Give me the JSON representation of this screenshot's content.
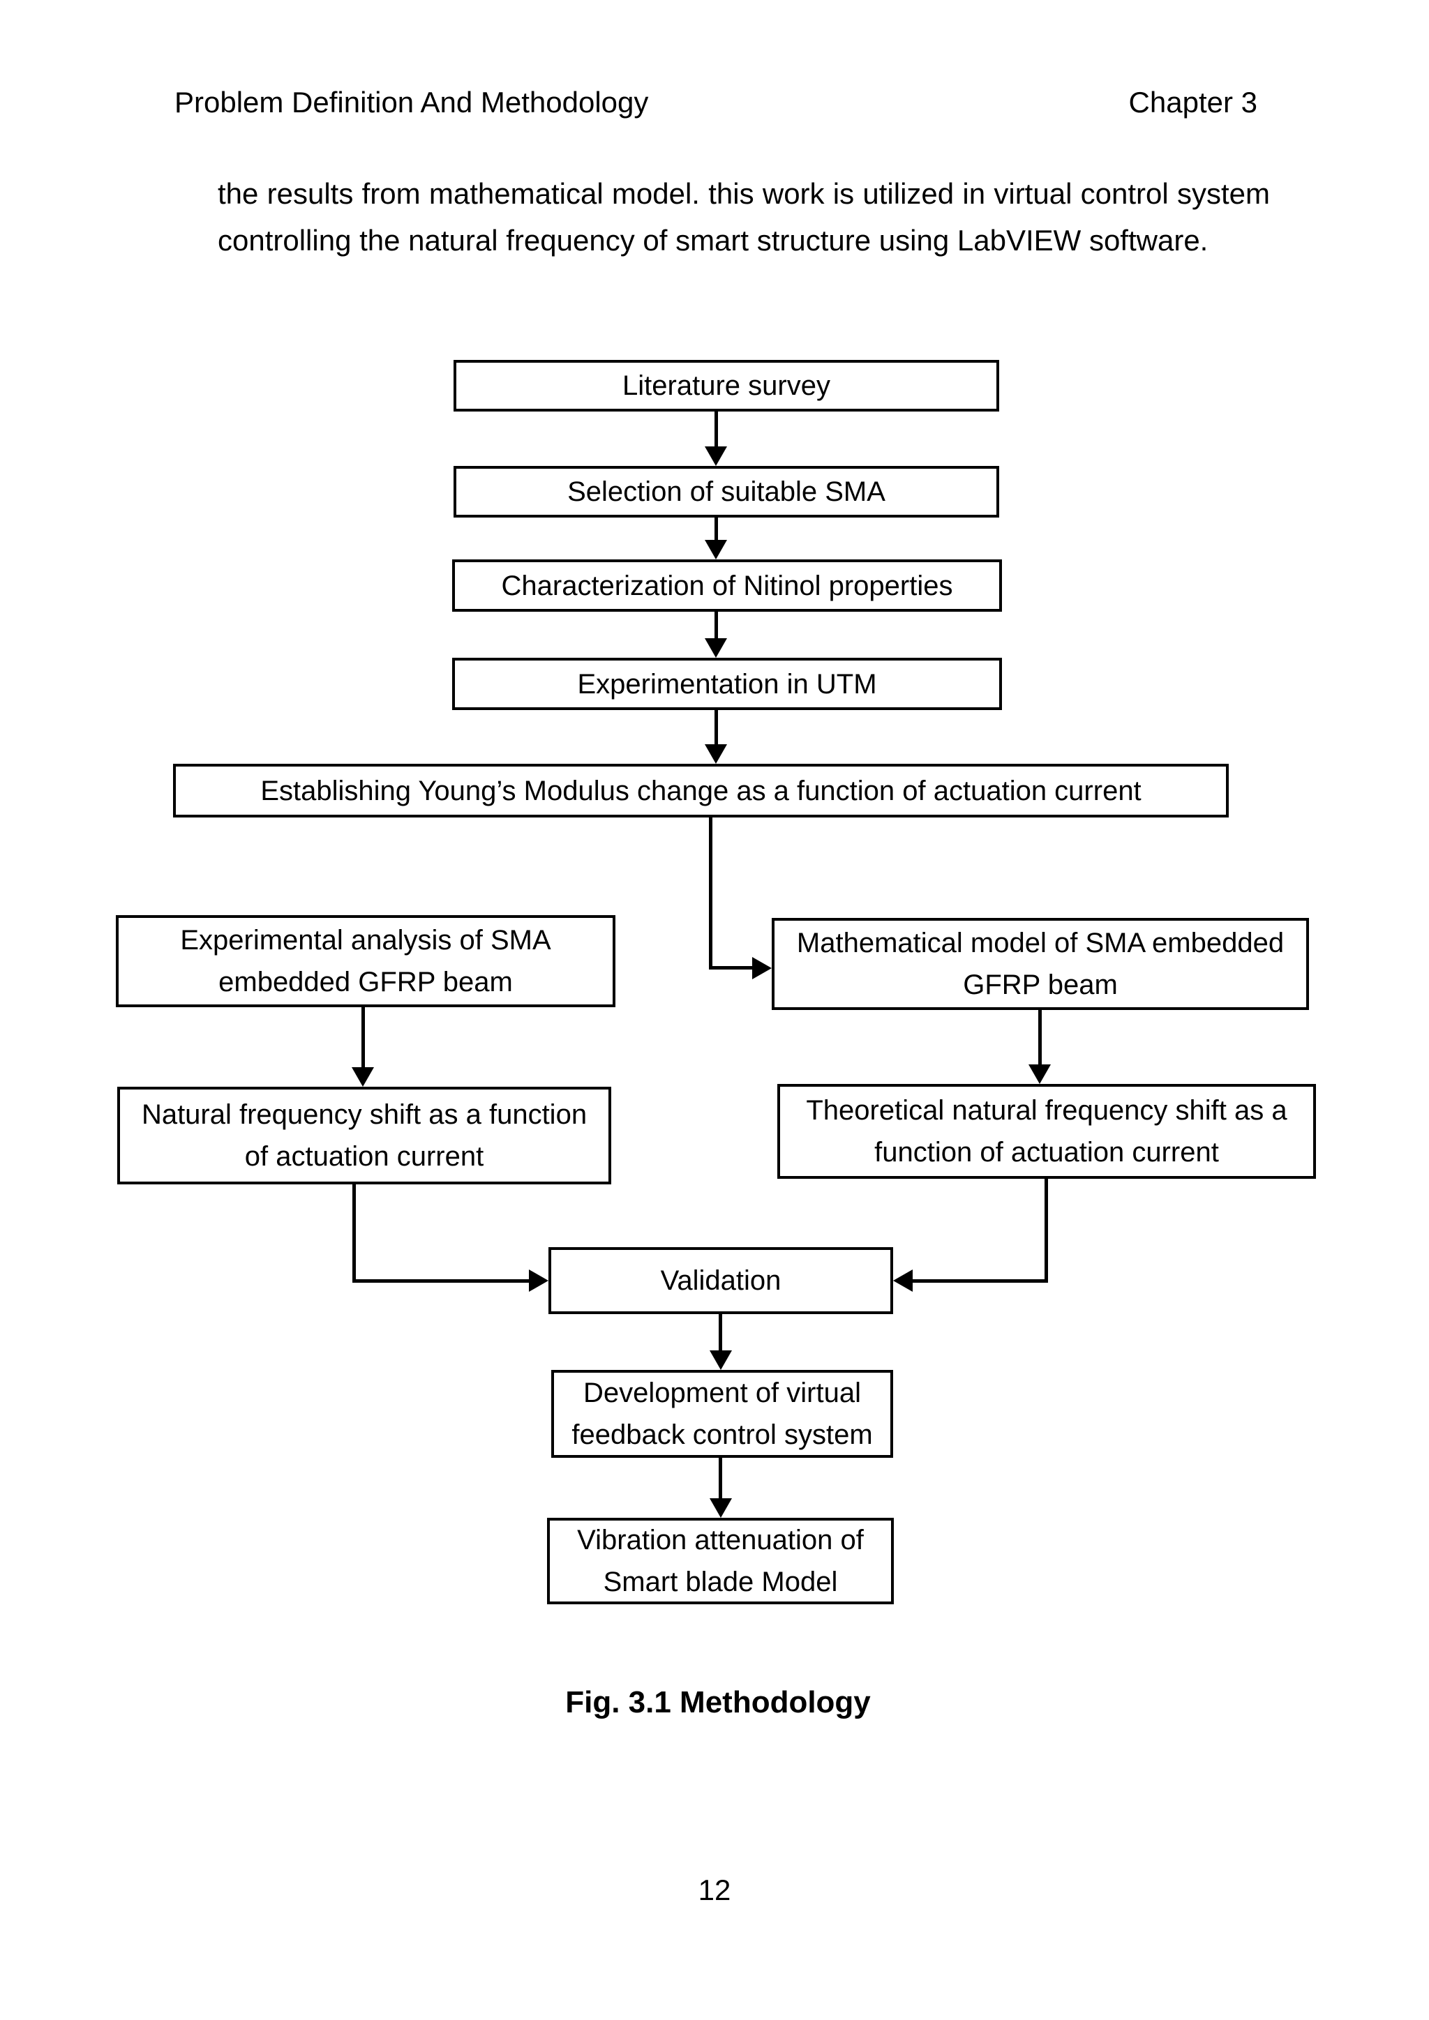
{
  "page": {
    "header_left": "Problem Definition And Methodology",
    "header_right": "Chapter 3",
    "page_number": "12"
  },
  "paragraph": {
    "line1": "the results from mathematical model. this work is utilized in virtual control system",
    "line2": "controlling the natural frequency of smart structure using LabVIEW software."
  },
  "figure": {
    "caption": "Fig. 3.1 Methodology",
    "nodes": [
      {
        "id": "literature-survey",
        "label": "Literature survey"
      },
      {
        "id": "selection-sma",
        "label": "Selection of suitable SMA"
      },
      {
        "id": "characterization-nitinol",
        "label": "Characterization of Nitinol properties"
      },
      {
        "id": "experimentation-utm",
        "label": "Experimentation in UTM"
      },
      {
        "id": "youngs-modulus",
        "label": "Establishing Young’s Modulus change as a function of actuation current"
      },
      {
        "id": "experimental-analysis",
        "label": "Experimental analysis of SMA\nembedded GFRP beam"
      },
      {
        "id": "mathematical-model",
        "label": "Mathematical model of SMA embedded\nGFRP beam"
      },
      {
        "id": "natural-frequency-shift",
        "label": "Natural frequency shift as a function\nof actuation current"
      },
      {
        "id": "theoretical-frequency-shift",
        "label": "Theoretical natural frequency shift as a\nfunction of actuation current"
      },
      {
        "id": "validation",
        "label": "Validation"
      },
      {
        "id": "feedback-control",
        "label": "Development of virtual\nfeedback control system"
      },
      {
        "id": "vibration-attenuation",
        "label": "Vibration attenuation of\nSmart blade Model"
      }
    ],
    "edges": [
      {
        "from": "literature-survey",
        "to": "selection-sma"
      },
      {
        "from": "selection-sma",
        "to": "characterization-nitinol"
      },
      {
        "from": "characterization-nitinol",
        "to": "experimentation-utm"
      },
      {
        "from": "experimentation-utm",
        "to": "youngs-modulus"
      },
      {
        "from": "youngs-modulus",
        "to": "mathematical-model"
      },
      {
        "from": "experimental-analysis",
        "to": "natural-frequency-shift"
      },
      {
        "from": "mathematical-model",
        "to": "theoretical-frequency-shift"
      },
      {
        "from": "natural-frequency-shift",
        "to": "validation"
      },
      {
        "from": "theoretical-frequency-shift",
        "to": "validation"
      },
      {
        "from": "validation",
        "to": "feedback-control"
      },
      {
        "from": "feedback-control",
        "to": "vibration-attenuation"
      }
    ]
  }
}
